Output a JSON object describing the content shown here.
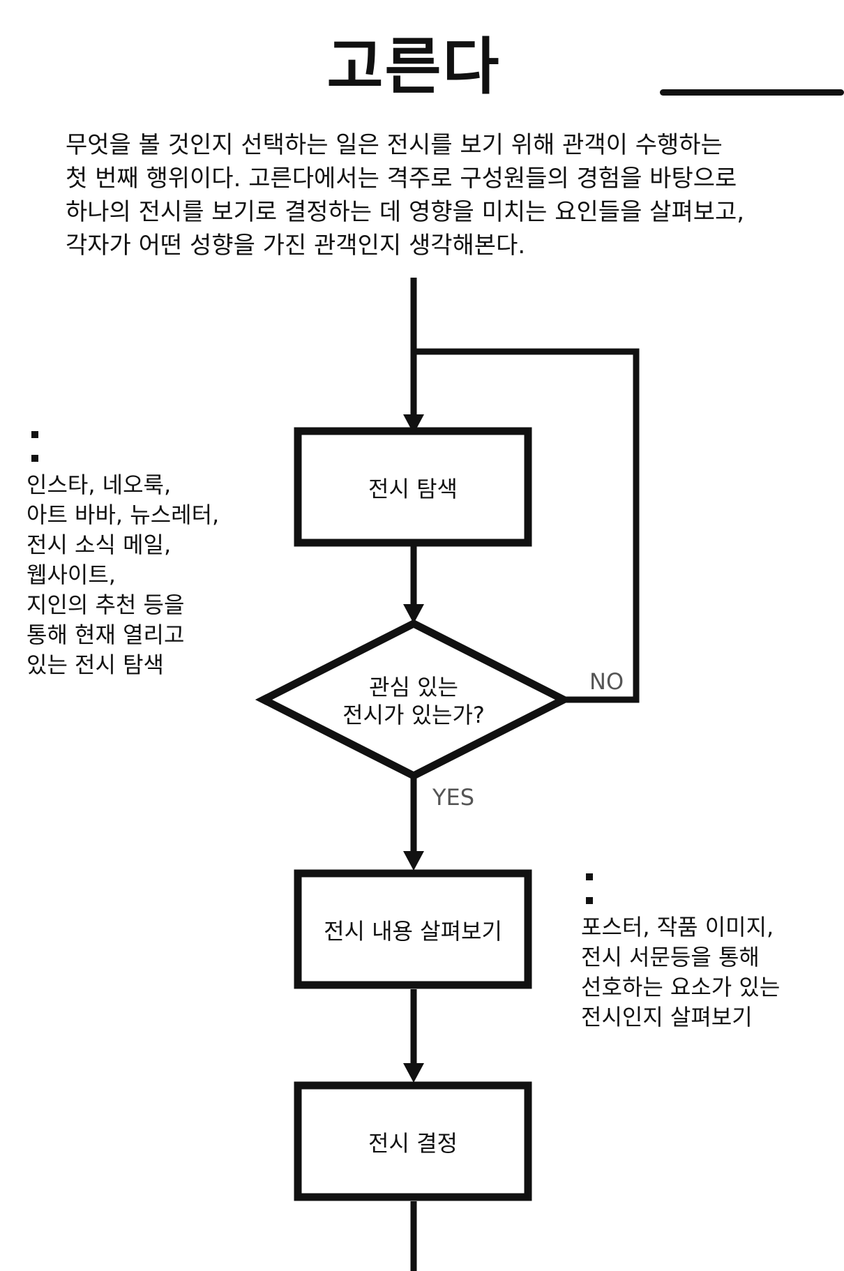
{
  "title": "고른다",
  "intro": {
    "lines": [
      "무엇을 볼 것인지 선택하는 일은 전시를 보기 위해 관객이 수행하는",
      "첫 번째 행위이다. 고른다에서는 격주로 구성원들의 경험을 바탕으로",
      "하나의 전시를 보기로 결정하는 데 영향을 미치는 요인들을 살펴보고,",
      "각자가 어떤 성향을 가진 관객인지 생각해본다."
    ]
  },
  "flowchart": {
    "nodes": {
      "explore": {
        "label": "전시 탐색"
      },
      "decision": {
        "lines": [
          "관심 있는",
          "전시가 있는가?"
        ]
      },
      "review": {
        "label": "전시 내용 살펴보기"
      },
      "decide": {
        "label": "전시 결정"
      }
    },
    "branches": {
      "no": "NO",
      "yes": "YES"
    }
  },
  "notes": {
    "left": [
      "인스타, 네오룩,",
      "아트 바바, 뉴스레터,",
      "전시 소식 메일,",
      "웹사이트,",
      "지인의 추천 등을",
      "통해 현재 열리고",
      "있는 전시 탐색"
    ],
    "right": [
      "포스터, 작품 이미지,",
      "전시 서문등을 통해",
      "선호하는 요소가 있는",
      "전시인지 살펴보기"
    ]
  }
}
